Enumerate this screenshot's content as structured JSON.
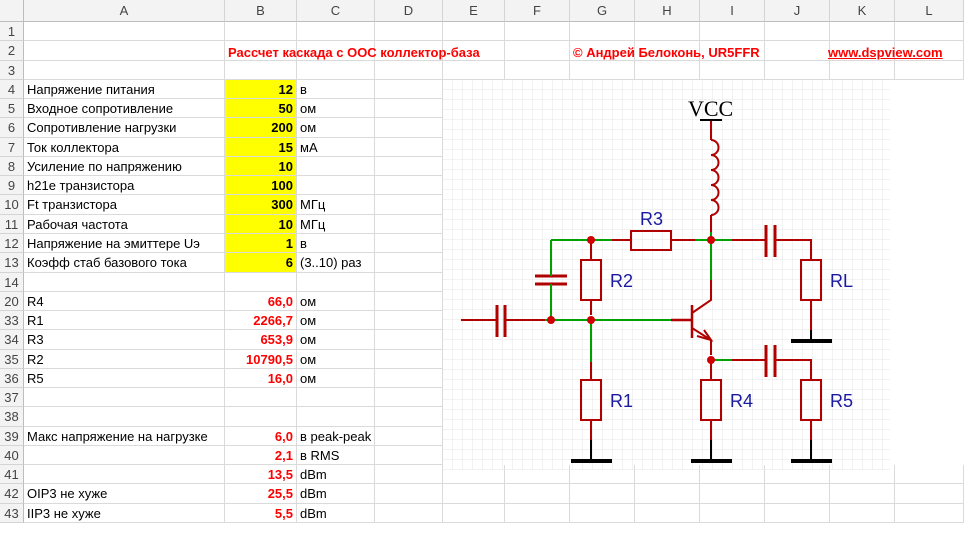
{
  "columns": [
    "A",
    "B",
    "C",
    "D",
    "E",
    "F",
    "G",
    "H",
    "I",
    "J",
    "K",
    "L"
  ],
  "header": {
    "title": "Рассчет каскада с ООС коллектор-база",
    "copyright": "© Андрей Белоконь, UR5FFR",
    "link": "www.dspview.com"
  },
  "rows": [
    {
      "n": "1"
    },
    {
      "n": "2"
    },
    {
      "n": "3"
    },
    {
      "n": "4",
      "a": "Напряжение питания",
      "b": "12",
      "c": "в",
      "s": "in"
    },
    {
      "n": "5",
      "a": "Входное сопротивление",
      "b": "50",
      "c": "ом",
      "s": "in"
    },
    {
      "n": "6",
      "a": "Сопротивление нагрузки",
      "b": "200",
      "c": "ом",
      "s": "in"
    },
    {
      "n": "7",
      "a": "Ток коллектора",
      "b": "15",
      "c": "мА",
      "s": "in"
    },
    {
      "n": "8",
      "a": "Усиление по напряжению",
      "b": "10",
      "s": "in"
    },
    {
      "n": "9",
      "a": "h21e транзистора",
      "b": "100",
      "s": "in"
    },
    {
      "n": "10",
      "a": "Ft транзистора",
      "b": "300",
      "c": "МГц",
      "s": "in"
    },
    {
      "n": "11",
      "a": "Рабочая частота",
      "b": "10",
      "c": "МГц",
      "s": "in"
    },
    {
      "n": "12",
      "a": "Напряжение на эмиттере Uэ",
      "b": "1",
      "c": "в",
      "s": "in"
    },
    {
      "n": "13",
      "a": "Коэфф стаб базового тока",
      "b": "6",
      "c": "(3..10) раз",
      "s": "in"
    },
    {
      "n": "14"
    },
    {
      "n": "20",
      "a": "R4",
      "b": "66,0",
      "c": "ом",
      "s": "out"
    },
    {
      "n": "33",
      "a": "R1",
      "b": "2266,7",
      "c": "ом",
      "s": "out"
    },
    {
      "n": "34",
      "a": "R3",
      "b": "653,9",
      "c": "ом",
      "s": "out"
    },
    {
      "n": "35",
      "a": "R2",
      "b": "10790,5",
      "c": "ом",
      "s": "out"
    },
    {
      "n": "36",
      "a": "R5",
      "b": "16,0",
      "c": "ом",
      "s": "out"
    },
    {
      "n": "37"
    },
    {
      "n": "38"
    },
    {
      "n": "39",
      "a": "Макс напряжение на нагрузке",
      "b": "6,0",
      "c": "в peak-peak",
      "s": "out"
    },
    {
      "n": "40",
      "b": "2,1",
      "c": "в RMS",
      "s": "out"
    },
    {
      "n": "41",
      "b": "13,5",
      "c": "dBm",
      "s": "out"
    },
    {
      "n": "42",
      "a": "OIP3 не хуже",
      "b": "25,5",
      "c": "dBm",
      "s": "out"
    },
    {
      "n": "43",
      "a": "IIP3 не хуже",
      "b": "5,5",
      "c": "dBm",
      "s": "out"
    }
  ],
  "schematic": {
    "vcc": "VCC",
    "r1": "R1",
    "r2": "R2",
    "r3": "R3",
    "r4": "R4",
    "r5": "R5",
    "rl": "RL"
  },
  "colors": {
    "wire": "#b00000",
    "net": "#00a000",
    "node": "#d00000",
    "label": "#1a1aa0",
    "input": "#ffff00",
    "result": "#ff0000"
  }
}
